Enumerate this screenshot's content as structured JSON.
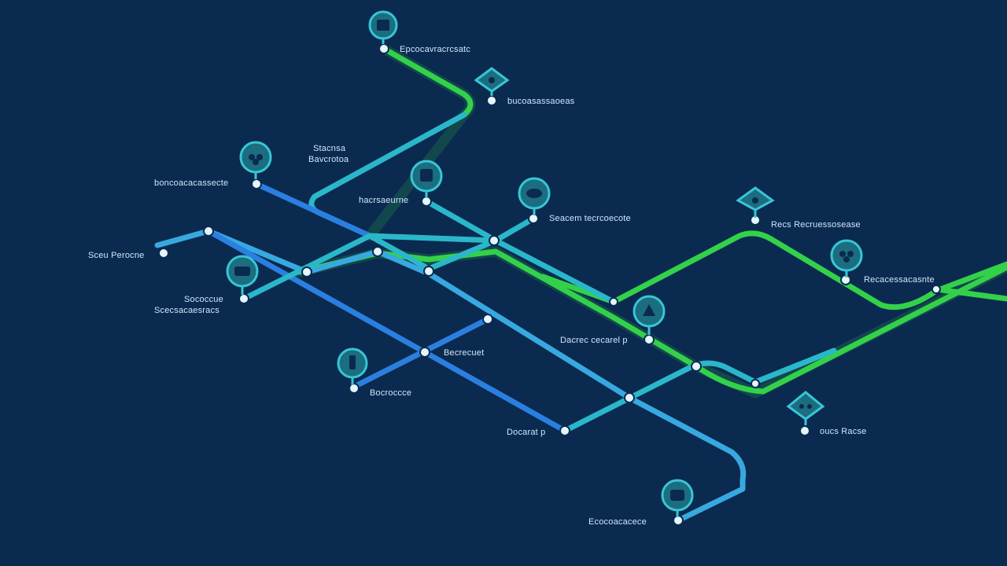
{
  "colors": {
    "background": "#0b2a4f",
    "line_green": "#33d14a",
    "line_teal": "#2ab7c9",
    "line_blue": "#2a7fe0",
    "line_sky": "#38a8e0",
    "node": "#e6f6ff",
    "pin": "#37c6d6",
    "label": "#cfe6ff"
  },
  "routes": [
    {
      "id": "green-main",
      "color_key": "line_green"
    },
    {
      "id": "green-secondary",
      "color_key": "line_green"
    },
    {
      "id": "teal-north",
      "color_key": "line_teal"
    },
    {
      "id": "blue-diagonal",
      "color_key": "line_blue"
    },
    {
      "id": "sky-south",
      "color_key": "line_sky"
    },
    {
      "id": "teal-cross",
      "color_key": "line_teal"
    }
  ],
  "pins": [
    {
      "id": "pin-top",
      "icon": "building-icon"
    },
    {
      "id": "pin-northeast",
      "icon": "tree-icon"
    },
    {
      "id": "pin-northwest",
      "icon": "group-icon"
    },
    {
      "id": "pin-center-north",
      "icon": "city-icon"
    },
    {
      "id": "pin-center-east",
      "icon": "cloud-icon"
    },
    {
      "id": "pin-east-triangle",
      "icon": "tree-icon"
    },
    {
      "id": "pin-east-circle",
      "icon": "group-icon"
    },
    {
      "id": "pin-west",
      "icon": "train-icon"
    },
    {
      "id": "pin-middle",
      "icon": "park-icon"
    },
    {
      "id": "pin-southwest",
      "icon": "tower-icon"
    },
    {
      "id": "pin-southeast-triangle",
      "icon": "group-icon"
    },
    {
      "id": "pin-south",
      "icon": "station-icon"
    }
  ],
  "labels": {
    "top": "Epcocavracrcsatc",
    "northeast": "bucoasassaoeas",
    "northwest_diag": "Stacnsa",
    "northwest_diag2": "Bavcrotoa",
    "northwest": "boncoacacassecte",
    "center_north": "hacrsaeurne",
    "center_east": "Seacem tecrcoecote",
    "east_top": "Recs Recruessosease",
    "west": "Sceu Perocne",
    "west_pin_1": "Sococcue",
    "west_pin_2": "Scecsacaesracs",
    "east_mid": "Recacessacasnte",
    "center": "Becrecuet",
    "middle": "Dacrec cecarel p",
    "southwest": "Bocroccce",
    "south_center": "Docarat p",
    "southeast": "oucs Racse",
    "south": "Ecocoacacece"
  }
}
